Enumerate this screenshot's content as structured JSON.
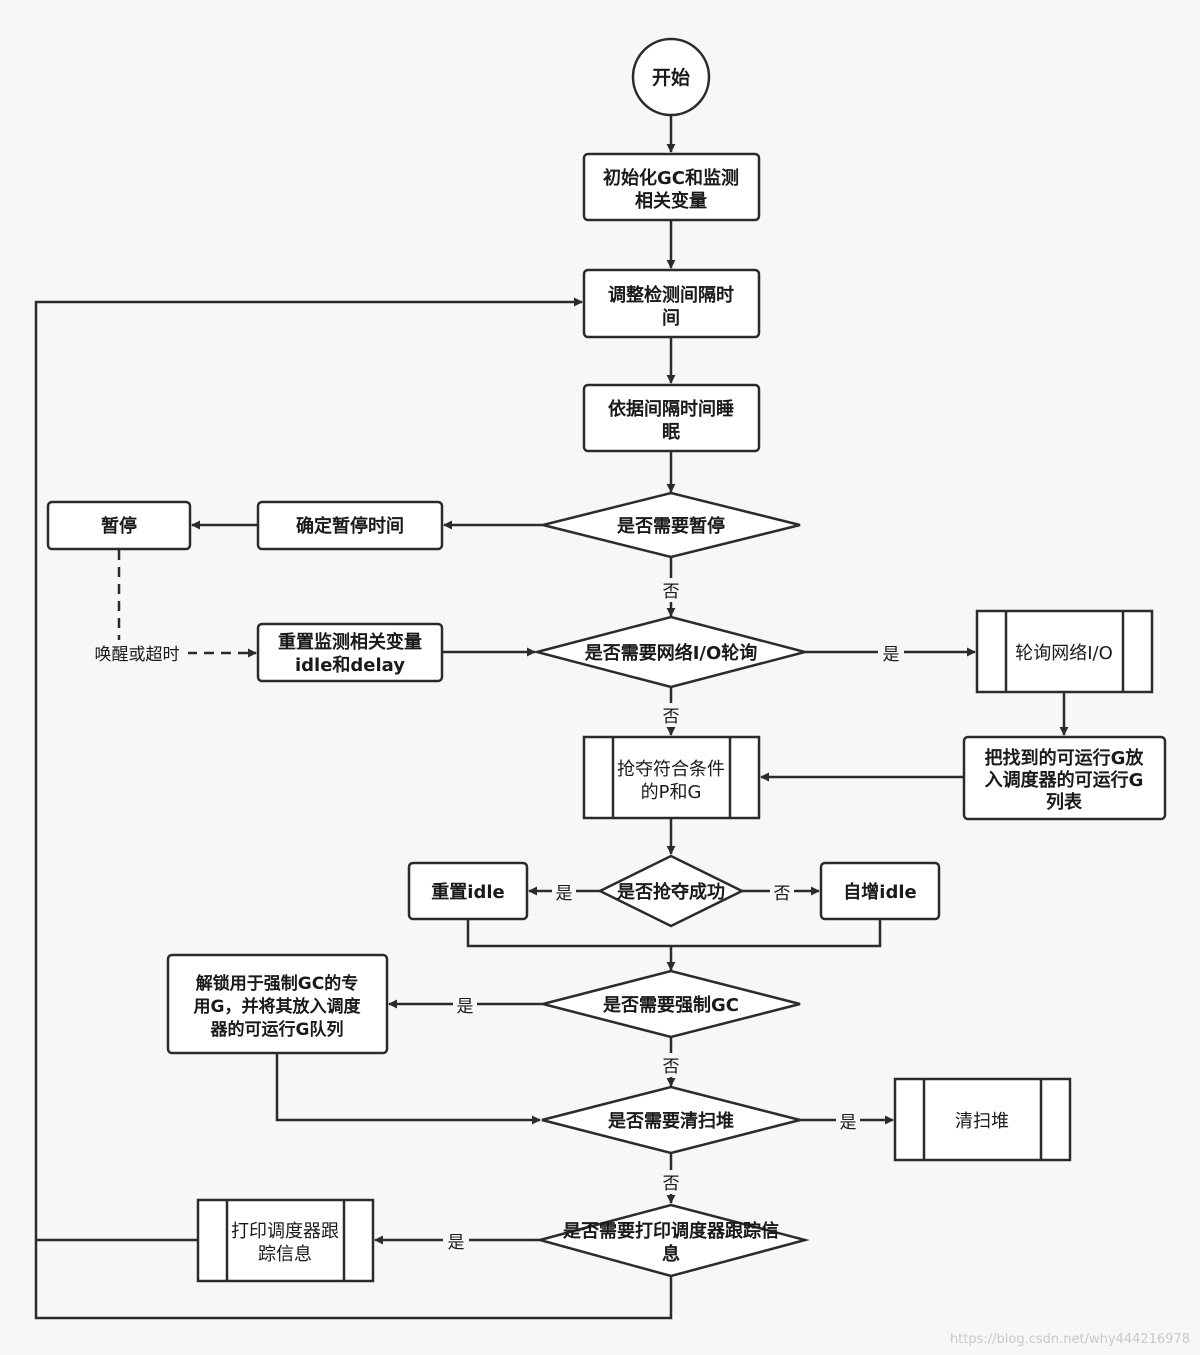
{
  "nodes": {
    "start": "开始",
    "init": [
      "初始化GC和监测",
      "相关变量"
    ],
    "adjust": [
      "调整检测间隔时",
      "间"
    ],
    "sleep": [
      "依据间隔时间睡",
      "眠"
    ],
    "need_pause": "是否需要暂停",
    "confirm_pause": "确定暂停时间",
    "pause": "暂停",
    "reset_vars": [
      "重置监测相关变量",
      "idle和delay"
    ],
    "need_netpoll": "是否需要网络I/O轮询",
    "netpoll": "轮询网络I/O",
    "put_runnable": [
      "把找到的可运行G放",
      "入调度器的可运行G",
      "列表"
    ],
    "retake": [
      "抢夺符合条件",
      "的P和G"
    ],
    "retake_ok": "是否抢夺成功",
    "reset_idle": "重置idle",
    "inc_idle": "自增idle",
    "need_force_gc": "是否需要强制GC",
    "unlock_gc": [
      "解锁用于强制GC的专",
      "用G，并将其放入调度",
      "器的可运行G队列"
    ],
    "need_sweep": "是否需要清扫堆",
    "sweep": "清扫堆",
    "need_trace": [
      "是否需要打印调度器跟踪信",
      "息"
    ],
    "print_trace": [
      "打印调度器跟",
      "踪信息"
    ]
  },
  "edge_labels": {
    "no_1": "否",
    "wake_or_timeout": "唤醒或超时",
    "yes_netpoll": "是",
    "no_2": "否",
    "yes_reset_idle": "是",
    "no_inc_idle": "否",
    "yes_force_gc": "是",
    "no_3": "否",
    "yes_sweep": "是",
    "no_4": "否",
    "yes_trace": "是"
  },
  "watermark": "https://blog.csdn.net/why444216978"
}
